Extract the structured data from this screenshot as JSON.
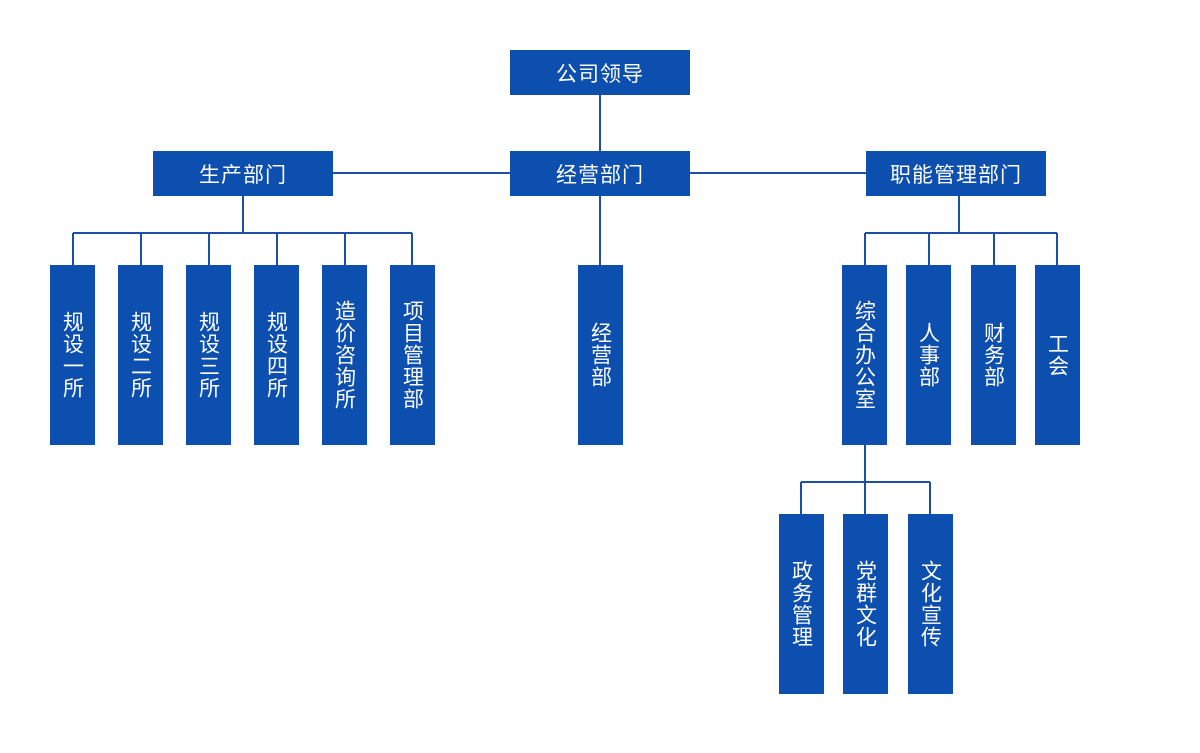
{
  "colors": {
    "box_fill": "#0d4fae",
    "connector": "#1e4fa6",
    "text": "#ffffff"
  },
  "root": {
    "label": "公司领导"
  },
  "departments": {
    "production": {
      "label": "生产部门",
      "units": [
        "规设一所",
        "规设二所",
        "规设三所",
        "规设四所",
        "造价咨询所",
        "项目管理部"
      ]
    },
    "business": {
      "label": "经营部门",
      "units": [
        "经营部"
      ]
    },
    "functional": {
      "label": "职能管理部门",
      "units": [
        "综合办公室",
        "人事部",
        "财务部",
        "工会"
      ],
      "office_subunits": [
        "政务管理",
        "党群文化",
        "文化宣传"
      ]
    }
  }
}
